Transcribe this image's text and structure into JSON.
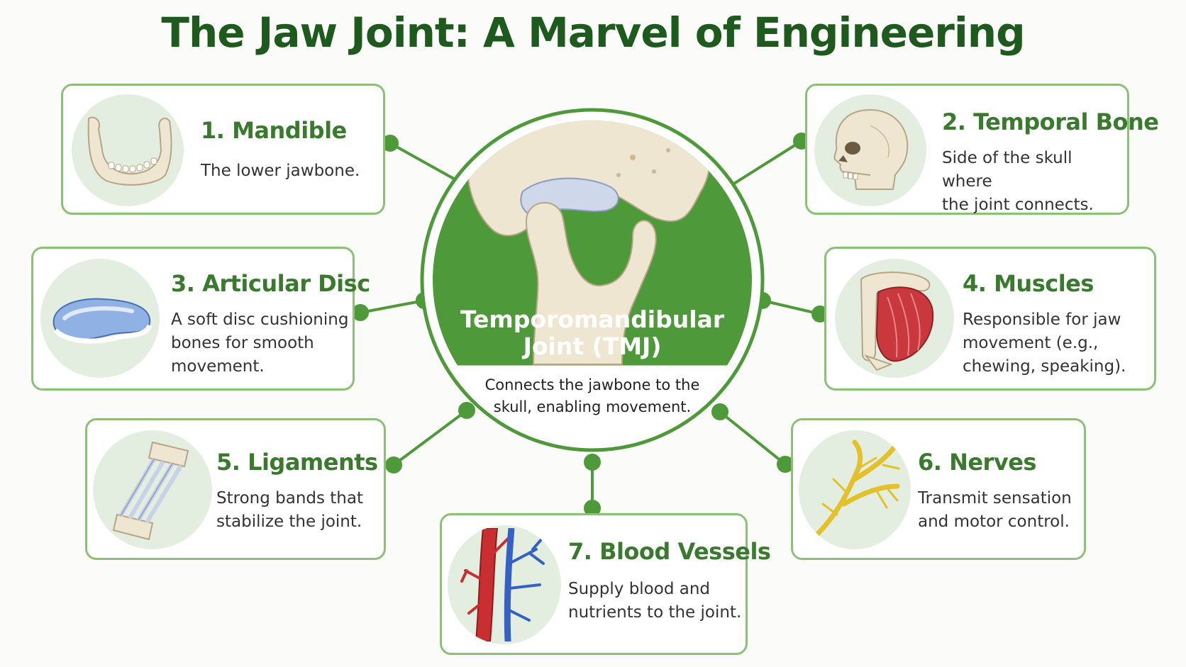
{
  "title": "The Jaw Joint: A Marvel of Engineering",
  "center": {
    "title_line1": "Temporomandibular",
    "title_line2": "Joint (TMJ)",
    "description_line1": "Connects the jawbone to the",
    "description_line2": "skull, enabling movement."
  },
  "components": {
    "mandible": {
      "title": "1. Mandible",
      "lines": [
        "The lower jawbone."
      ]
    },
    "temporal_bone": {
      "title": "2. Temporal Bone",
      "lines": [
        "Side of the skull where",
        "the joint connects."
      ]
    },
    "articular_disc": {
      "title": "3. Articular Disc",
      "lines": [
        "A soft disc cushioning",
        "bones for smooth",
        "movement."
      ]
    },
    "muscles": {
      "title": "4. Muscles",
      "lines": [
        "Responsible for jaw",
        "movement (e.g.,",
        "chewing, speaking)."
      ]
    },
    "ligaments": {
      "title": "5. Ligaments",
      "lines": [
        "Strong bands that",
        "stabilize the joint."
      ]
    },
    "nerves": {
      "title": "6. Nerves",
      "lines": [
        "Transmit sensation",
        "and motor control."
      ]
    },
    "blood_vessels": {
      "title": "7. Blood Vessels",
      "lines": [
        "Supply blood and",
        "nutrients to the joint."
      ]
    }
  },
  "colors": {
    "title_green": "#1e5a1e",
    "accent_green": "#4e9a3a",
    "card_border": "#8cc078",
    "heading_green": "#3a7a2e"
  },
  "icons": {
    "mandible": "mandible-illustration",
    "temporal_bone": "skull-illustration",
    "articular_disc": "disc-illustration",
    "muscles": "muscle-illustration",
    "ligaments": "ligament-illustration",
    "nerves": "nerve-illustration",
    "blood_vessels": "blood-vessel-illustration",
    "center": "tmj-joint-illustration"
  }
}
